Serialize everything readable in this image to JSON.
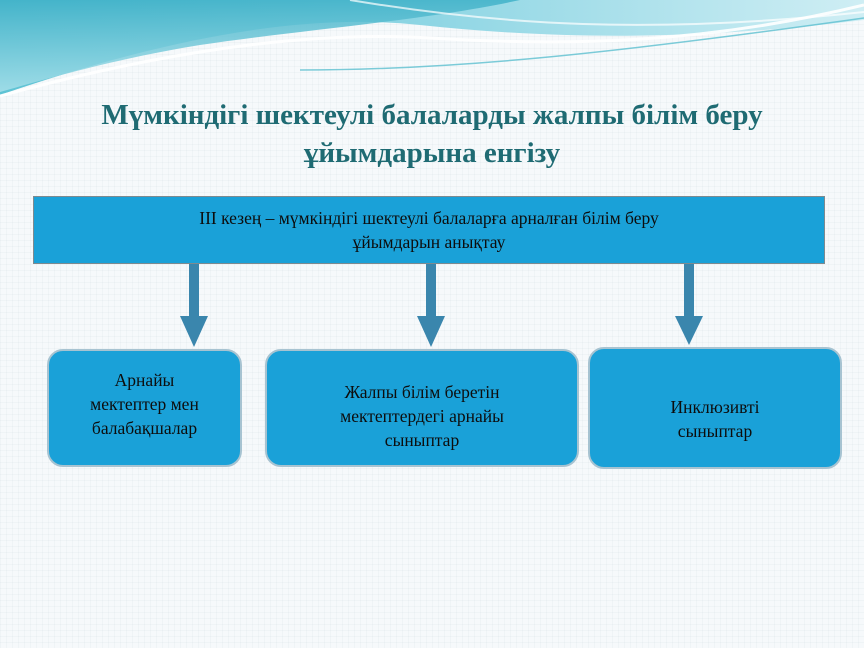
{
  "title": {
    "line1": "Мүмкіндігі шектеулі балаларды жалпы білім беру",
    "line2": "ұйымдарына енгізу"
  },
  "top_box": {
    "line1": "ІІІ кезең – мүмкіндігі шектеулі балаларға арналған білім беру",
    "line2": "ұйымдарын анықтау"
  },
  "boxes": [
    {
      "line1": "Арнайы",
      "line2": "мектептер мен",
      "line3": "балабақшалар"
    },
    {
      "line1": "Жалпы білім беретін",
      "line2": "мектептердегі арнайы",
      "line3": "сыныптар"
    },
    {
      "line1": "Инклюзивті",
      "line2": "сыныптар"
    }
  ],
  "colors": {
    "title": "#1f6b73",
    "box_fill": "#1aa1d8",
    "arrow": "#3a86ad"
  }
}
